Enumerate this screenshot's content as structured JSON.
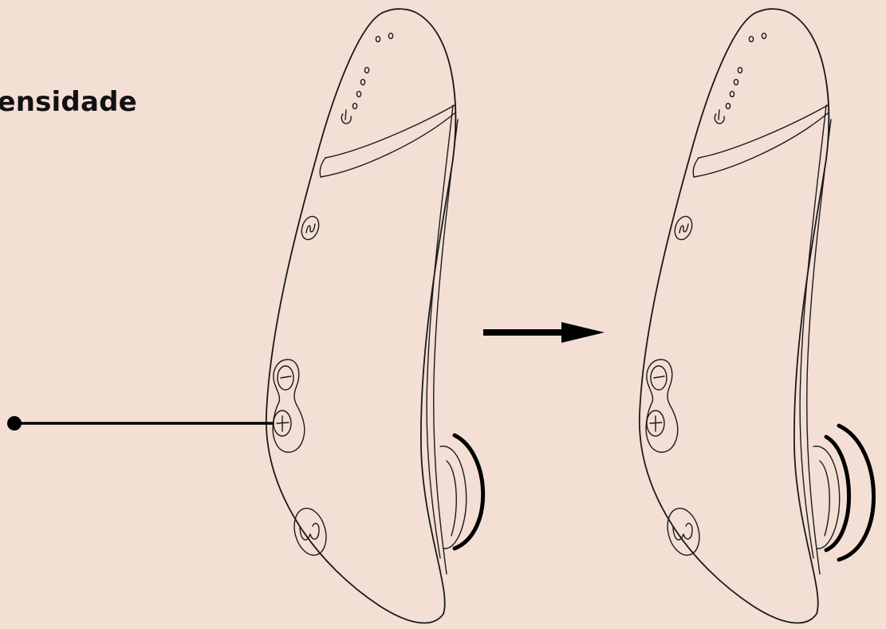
{
  "background_color": "#f4dfd5",
  "line_color": "#1a1a1a",
  "heading": {
    "text": "tensidade"
  },
  "step_before": {
    "control_pointed": "plus-button",
    "vibration_waves": 1
  },
  "step_after": {
    "vibration_waves": 2
  }
}
